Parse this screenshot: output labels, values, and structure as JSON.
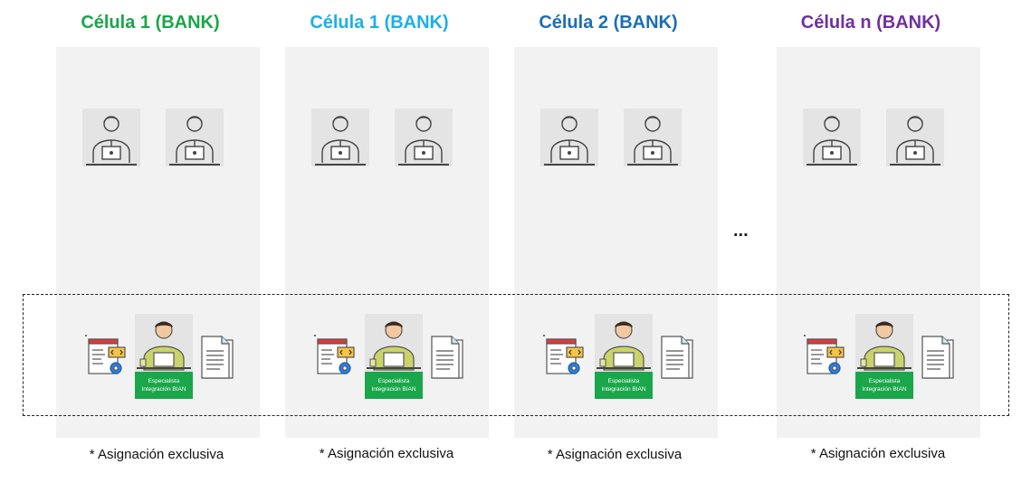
{
  "colors": {
    "col1": "#1aa64a",
    "col2": "#1cb0e6",
    "col3": "#1b6fb4",
    "col4": "#7030a0",
    "badge": "#1aa64a"
  },
  "columns": [
    {
      "title": "Célula 1 (BANK)",
      "caption": "* Asignación exclusiva"
    },
    {
      "title": "Célula 1 (BANK)",
      "caption": "* Asignación exclusiva"
    },
    {
      "title": "Célula 2 (BANK)",
      "caption": "* Asignación exclusiva"
    },
    {
      "title": "Célula n (BANK)",
      "caption": "* Asignación exclusiva"
    }
  ],
  "ellipsis": "...",
  "specialist": {
    "line1": "Especialista",
    "line2": "Integración BIAN"
  },
  "icons": {
    "developer": "developer-at-laptop-icon",
    "code_settings": "code-settings-icon",
    "document": "document-icon"
  }
}
